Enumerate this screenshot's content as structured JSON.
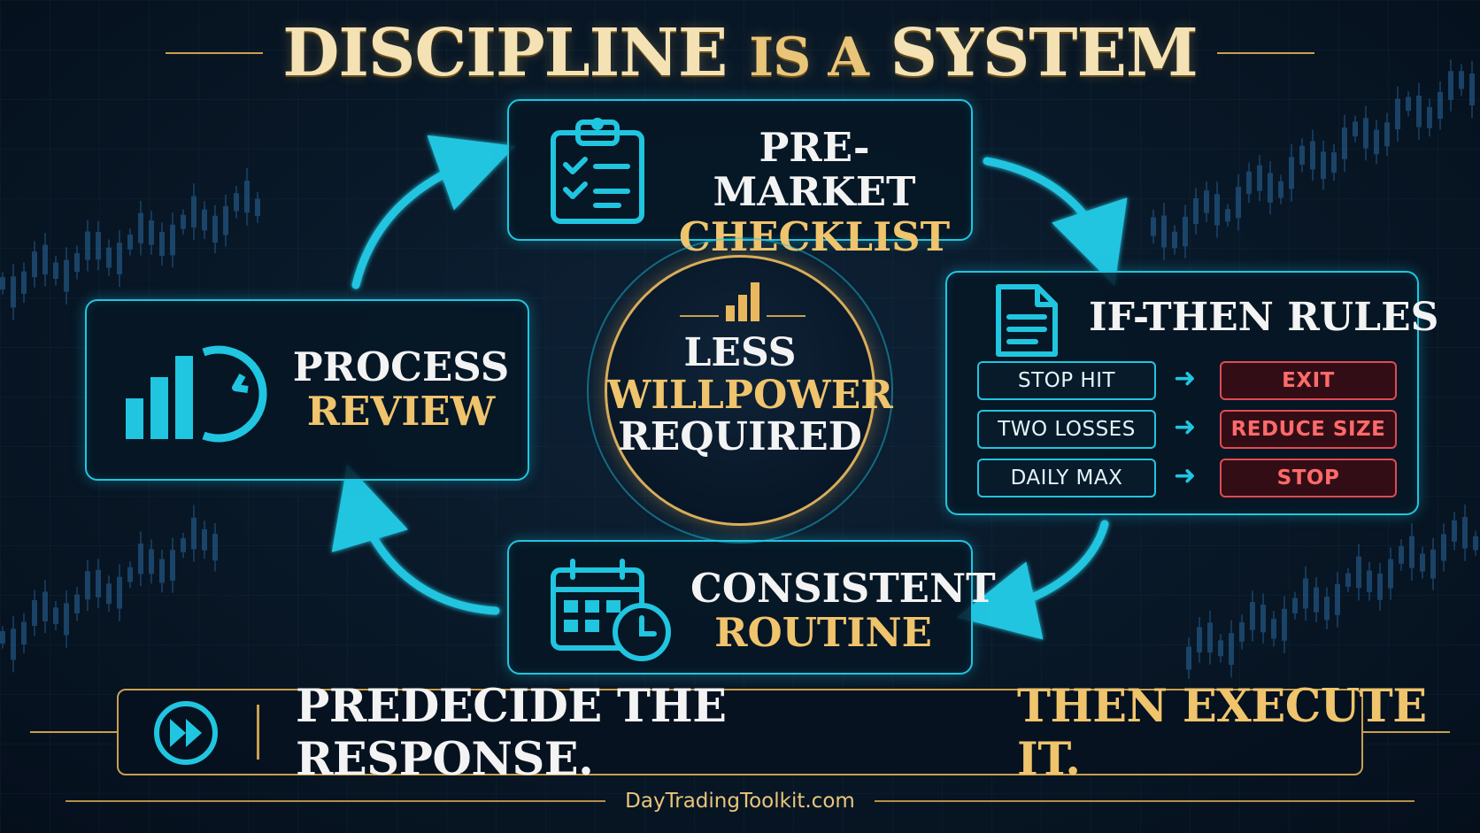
{
  "title": {
    "part1": "DISCIPLINE",
    "part2": "IS A",
    "part3": "SYSTEM"
  },
  "nodes": {
    "premarket": {
      "line1": "PRE-MARKET",
      "line2": "CHECKLIST",
      "icon": "clipboard-checklist-icon"
    },
    "ifthen": {
      "heading": "IF-THEN RULES",
      "icon": "document-icon"
    },
    "routine": {
      "line1": "CONSISTENT",
      "line2": "ROUTINE",
      "icon": "calendar-clock-icon"
    },
    "review": {
      "line1": "PROCESS",
      "line2": "REVIEW",
      "icon": "bar-chart-cycle-icon"
    }
  },
  "rules": [
    {
      "condition": "STOP HIT",
      "action": "EXIT"
    },
    {
      "condition": "TWO LOSSES",
      "action": "REDUCE SIZE"
    },
    {
      "condition": "DAILY MAX",
      "action": "STOP"
    }
  ],
  "center": {
    "line1": "LESS",
    "line2": "WILLPOWER",
    "line3": "REQUIRED",
    "icon": "bar-chart-icon"
  },
  "banner": {
    "part1": "PREDECIDE THE RESPONSE.",
    "part2": "THEN EXECUTE IT.",
    "icon": "fast-forward-icon"
  },
  "footer": {
    "site": "DayTradingToolkit.com"
  },
  "colors": {
    "cyan": "#20c5e0",
    "gold": "#f0c46c",
    "red": "#e04b52",
    "background": "#081726"
  }
}
